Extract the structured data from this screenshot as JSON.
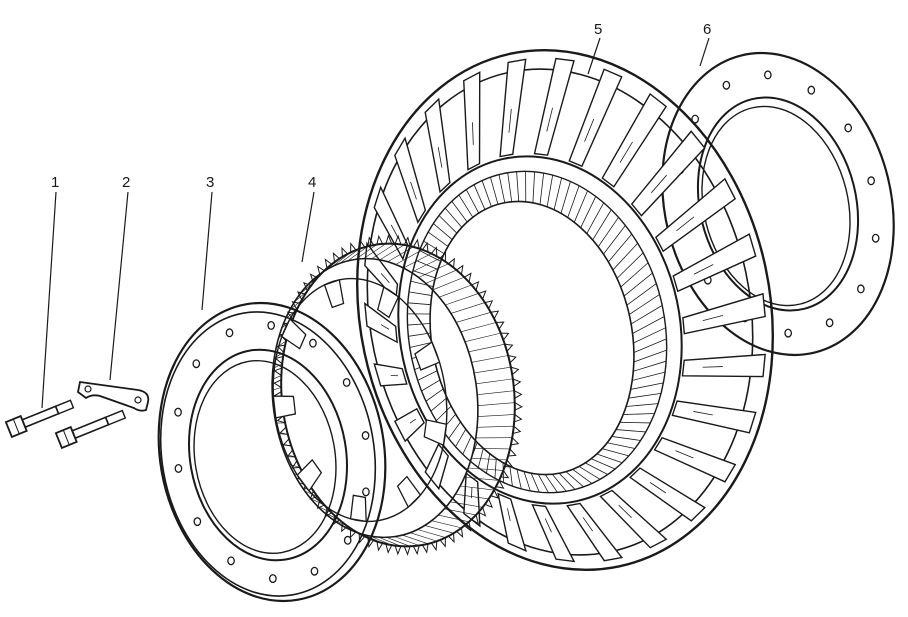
{
  "diagram": {
    "callouts": [
      {
        "id": "1",
        "label": "1"
      },
      {
        "id": "2",
        "label": "2"
      },
      {
        "id": "3",
        "label": "3"
      },
      {
        "id": "4",
        "label": "4"
      },
      {
        "id": "5",
        "label": "5"
      },
      {
        "id": "6",
        "label": "6"
      }
    ],
    "parts": [
      {
        "callout": "1",
        "name": "bolt-pair-icon"
      },
      {
        "callout": "2",
        "name": "lock-plate-icon"
      },
      {
        "callout": "3",
        "name": "flange-ring-icon"
      },
      {
        "callout": "4",
        "name": "toothed-gear-ring-icon"
      },
      {
        "callout": "5",
        "name": "finned-ring-gear-housing-icon"
      },
      {
        "callout": "6",
        "name": "gasket-ring-icon"
      }
    ],
    "colors": {
      "line": "#1a1a1a",
      "background": "#ffffff",
      "shade": "#d9d9d9"
    }
  }
}
